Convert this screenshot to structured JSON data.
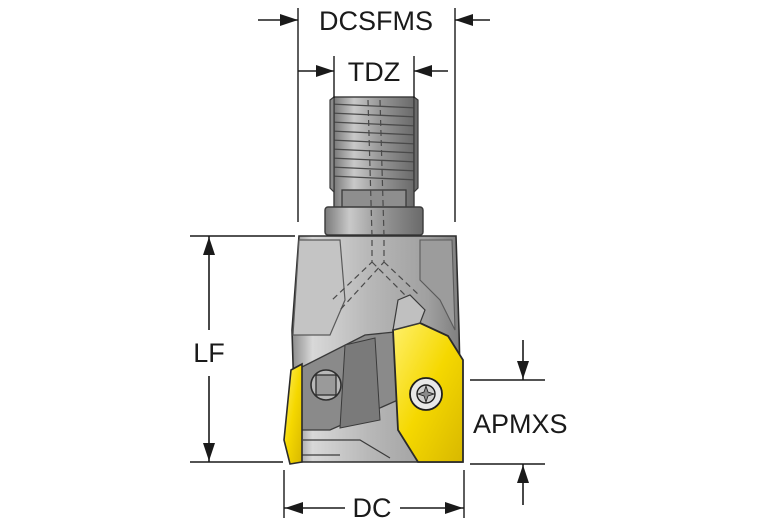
{
  "labels": {
    "dcsfms": "DCSFMS",
    "tdz": "TDZ",
    "lf": "LF",
    "apmxs": "APMXS",
    "dc": "DC"
  },
  "colors": {
    "steel_light": "#d4d4d4",
    "steel_mid": "#a8a8a8",
    "steel_dark": "#6e6e6e",
    "insert_yellow": "#f5d800",
    "insert_edge": "#2a2a2a",
    "line": "#1a1a1a"
  },
  "icons": {
    "screw": "torx-screw-icon",
    "hex": "hex-socket-icon"
  }
}
